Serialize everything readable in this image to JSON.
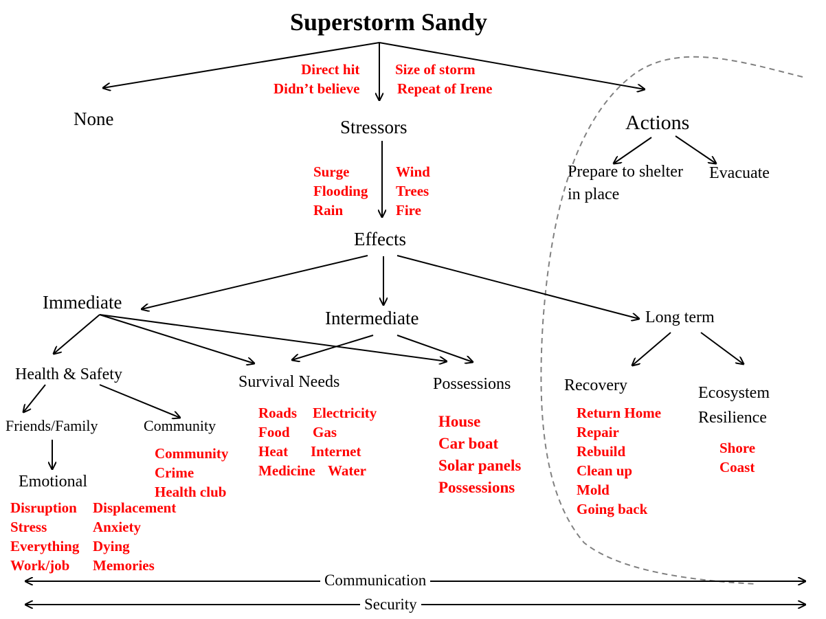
{
  "title": "Superstorm Sandy",
  "nodes": {
    "none": "None",
    "stressors": "Stressors",
    "actions": "Actions",
    "prepare_line1": "Prepare to shelter",
    "prepare_line2": "in place",
    "evacuate": "Evacuate",
    "effects": "Effects",
    "immediate": "Immediate",
    "intermediate": "Intermediate",
    "long_term": "Long term",
    "health_safety": "Health & Safety",
    "survival_needs": "Survival Needs",
    "possessions": "Possessions",
    "recovery": "Recovery",
    "ecosystem_line1": "Ecosystem",
    "ecosystem_line2": "Resilience",
    "friends_family": "Friends/Family",
    "community": "Community",
    "emotional": "Emotional"
  },
  "factors": {
    "sandy_left": [
      "Direct hit",
      "Didn’t  believe"
    ],
    "sandy_right": [
      "Size of storm",
      "Repeat of Irene"
    ],
    "stressors_left": [
      "Surge",
      "Flooding",
      "Rain"
    ],
    "stressors_right": [
      "Wind",
      "Trees",
      "Fire"
    ],
    "emotional_left": [
      "Disruption",
      "Stress",
      "Everything",
      "Work/job"
    ],
    "emotional_right": [
      "Displacement",
      "Anxiety",
      "Dying",
      "Memories"
    ],
    "community": [
      "Community",
      "Crime",
      "Health club"
    ],
    "survival_left": [
      "Roads",
      "Food",
      "Heat",
      "Medicine"
    ],
    "survival_right": [
      "Electricity",
      "Gas",
      "Internet",
      "Water"
    ],
    "possessions": [
      "House",
      "Car boat",
      "Solar  panels",
      "Possessions"
    ],
    "recovery": [
      "Return Home",
      "Repair",
      "Rebuild",
      "Clean up",
      "Mold",
      "Going back"
    ],
    "ecosystem": [
      "Shore",
      "Coast"
    ]
  },
  "bars": {
    "communication": "Communication",
    "security": "Security"
  },
  "colors": {
    "factor_text": "#ff0000",
    "node_text": "#000000",
    "arrow": "#000000",
    "boundary": "#808080"
  }
}
